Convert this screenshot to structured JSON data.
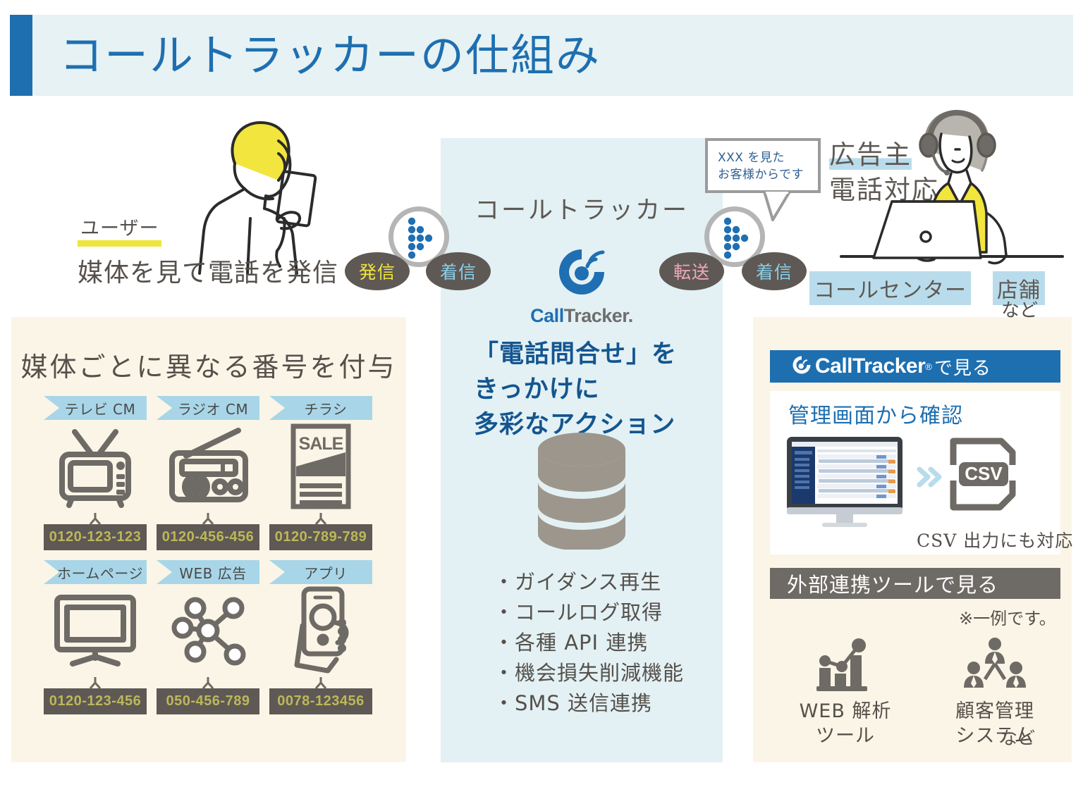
{
  "title": "コールトラッカーの仕組み",
  "accent_colors": {
    "title_blue": "#1E6FB0",
    "title_band": "#E6F2F4",
    "panel_center": "#E3F1F4",
    "panel_cream": "#FAF5E6",
    "banner_blue": "#A8D6E8",
    "number_box": "#5E5954",
    "number_text": "#BDB759",
    "pill_gray": "#5E5954",
    "send_yellow": "#F2E53D",
    "recv_blue": "#8ACFEA",
    "fwd_pink": "#F2A6BF"
  },
  "user": {
    "kicker": "ユーザー",
    "description": "媒体を見て電話を発信"
  },
  "flow": {
    "send_label": "発信",
    "receive_label_left": "着信",
    "forward_label": "転送",
    "receive_label_right": "着信"
  },
  "center": {
    "heading": "コールトラッカー",
    "logo_word_blue": "Call",
    "logo_word_gray": "Tracker",
    "logo_registered": "®",
    "copy_lines": [
      "「電話問合せ」を",
      "きっかけに",
      "多彩なアクション"
    ],
    "features": [
      "・ガイダンス再生",
      "・コールログ取得",
      "・各種 API 連携",
      "・機会損失削減機能",
      "・SMS 送信連携"
    ]
  },
  "advertiser": {
    "bubble_lines": [
      "XXX を見た",
      "お客様からです"
    ],
    "title_line1": "広告主",
    "title_line2": "電話対応",
    "tags": [
      "コールセンター",
      "店舗"
    ],
    "nado": "など"
  },
  "left_panel": {
    "title": "媒体ごとに異なる番号を付与",
    "items": [
      {
        "banner": "テレビ CM",
        "icon": "tv-icon",
        "number": "0120-123-123"
      },
      {
        "banner": "ラジオ CM",
        "icon": "radio-icon",
        "number": "0120-456-456"
      },
      {
        "banner": "チラシ",
        "icon": "flyer-icon",
        "number": "0120-789-789"
      },
      {
        "banner": "ホームページ",
        "icon": "monitor-icon",
        "number": "0120-123-456"
      },
      {
        "banner": "WEB 広告",
        "icon": "network-icon",
        "number": "050-456-789"
      },
      {
        "banner": "アプリ",
        "icon": "smartphone-icon",
        "number": "0078-123456"
      }
    ]
  },
  "right_panel": {
    "bar_word_logo": "CallTracker",
    "bar_registered": "®",
    "bar_suffix": "で見る",
    "card_title": "管理画面から確認",
    "csv_badge": "CSV",
    "csv_caption": "CSV 出力にも対応",
    "gray_bar": "外部連携ツールで見る",
    "note": "※一例です。",
    "tools": [
      {
        "icon": "bar-chart-icon",
        "label_line1": "WEB 解析",
        "label_line2": "ツール"
      },
      {
        "icon": "people-icon",
        "label_line1": "顧客管理",
        "label_line2": "システム"
      }
    ],
    "nado": "など"
  }
}
